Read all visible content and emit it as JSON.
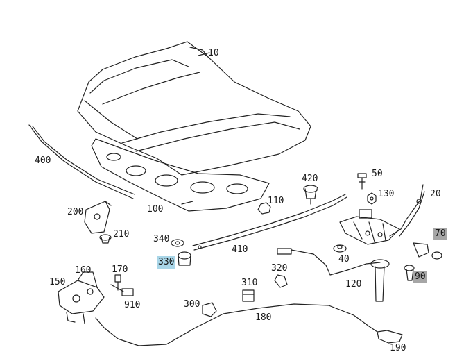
{
  "highlight": {
    "blue": "#a9d6e8",
    "gray": "#a6a6a6"
  },
  "parts": [
    {
      "id": "p10",
      "label": "10"
    },
    {
      "id": "p400",
      "label": "400"
    },
    {
      "id": "p100",
      "label": "100"
    },
    {
      "id": "p420",
      "label": "420"
    },
    {
      "id": "p50",
      "label": "50"
    },
    {
      "id": "p130",
      "label": "130"
    },
    {
      "id": "p20",
      "label": "20"
    },
    {
      "id": "p110",
      "label": "110"
    },
    {
      "id": "p200",
      "label": "200"
    },
    {
      "id": "p210",
      "label": "210"
    },
    {
      "id": "p340",
      "label": "340"
    },
    {
      "id": "p410",
      "label": "410"
    },
    {
      "id": "p40",
      "label": "40"
    },
    {
      "id": "p70",
      "label": "70",
      "highlight": "gray"
    },
    {
      "id": "p330",
      "label": "330",
      "highlight": "blue"
    },
    {
      "id": "p320",
      "label": "320"
    },
    {
      "id": "p160",
      "label": "160"
    },
    {
      "id": "p170",
      "label": "170"
    },
    {
      "id": "p150",
      "label": "150"
    },
    {
      "id": "p910",
      "label": "910"
    },
    {
      "id": "p120",
      "label": "120"
    },
    {
      "id": "p90",
      "label": "90",
      "highlight": "gray"
    },
    {
      "id": "p310",
      "label": "310"
    },
    {
      "id": "p300",
      "label": "300"
    },
    {
      "id": "p180",
      "label": "180"
    },
    {
      "id": "p190",
      "label": "190"
    }
  ]
}
